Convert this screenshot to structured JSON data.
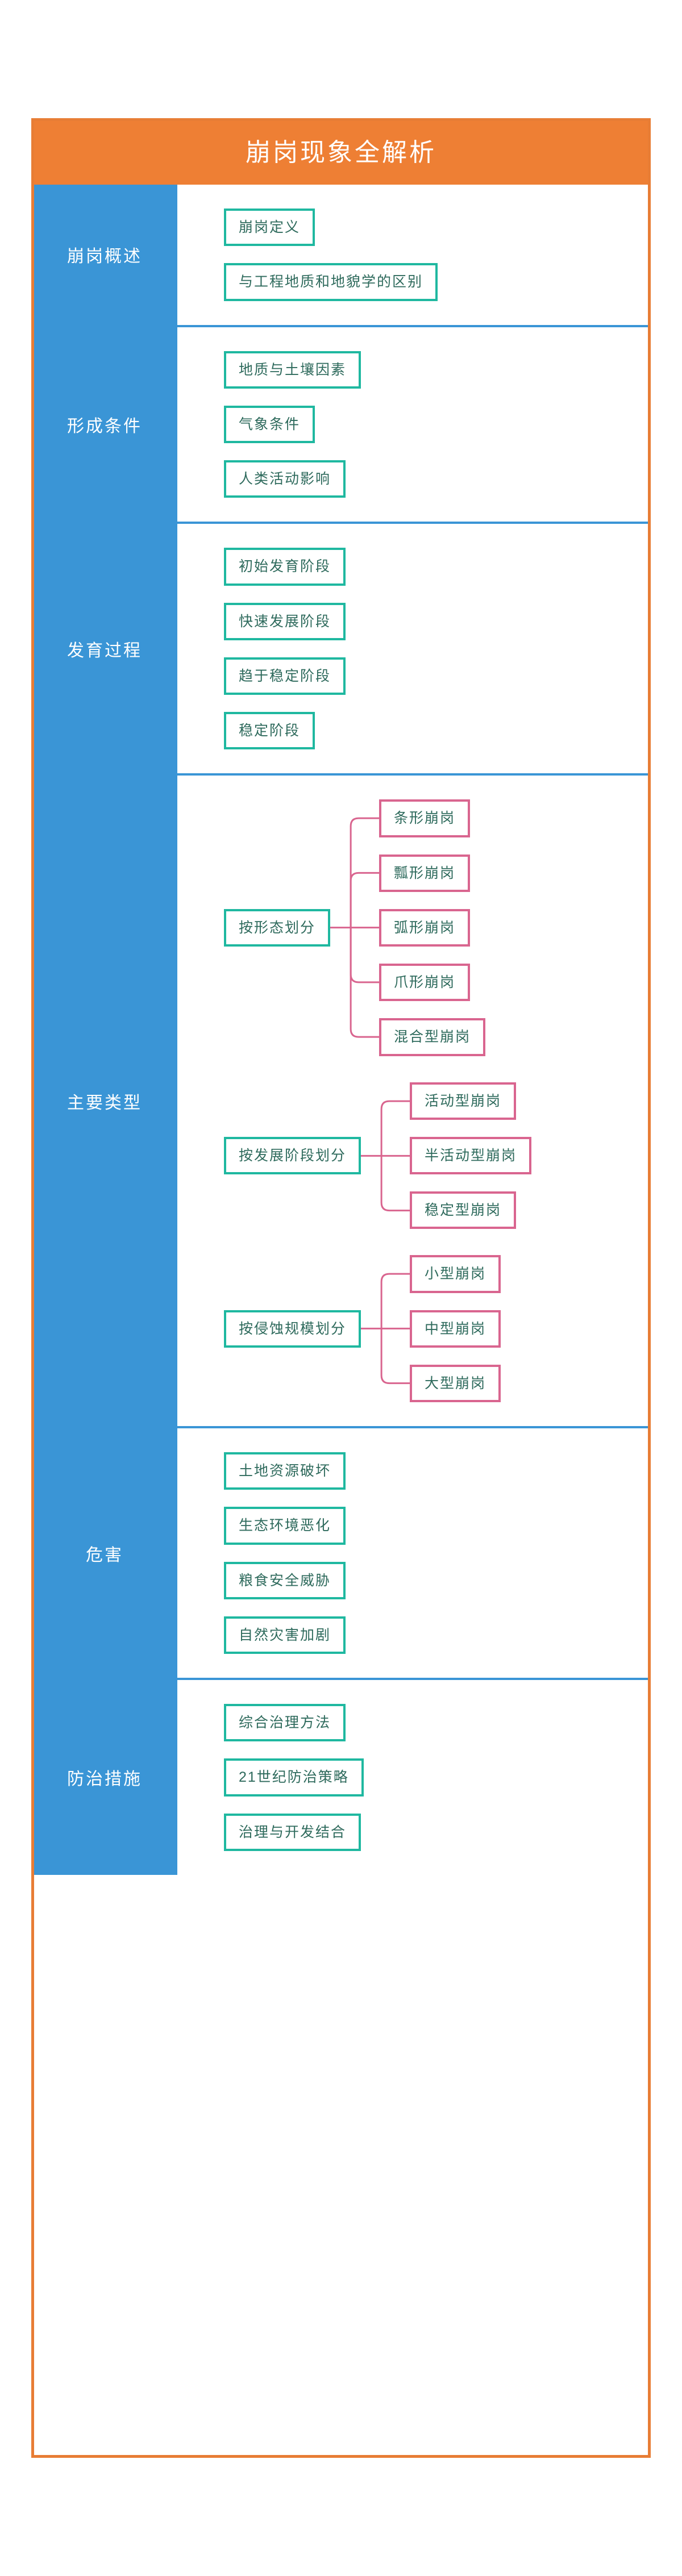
{
  "header": {
    "title": "崩岗现象全解析",
    "background_color": "#EE7F34",
    "text_color": "#FFFFFF"
  },
  "theme": {
    "frame_border_color": "#E87D35",
    "sidebar_color": "#3A95D6",
    "separator_color": "#3A95D6",
    "node_border_color": "#1FB8A0",
    "child_node_border_color": "#D9658F",
    "node_text_color": "#2E6A5C",
    "connector_color": "#D9658F",
    "background_color": "#FFFFFF"
  },
  "sections": [
    {
      "label": "崩岗概述",
      "type": "list",
      "items": [
        "崩岗定义",
        "与工程地质和地貌学的区别"
      ]
    },
    {
      "label": "形成条件",
      "type": "list",
      "items": [
        "地质与土壤因素",
        "气象条件",
        "人类活动影响"
      ]
    },
    {
      "label": "发育过程",
      "type": "list",
      "items": [
        "初始发育阶段",
        "快速发展阶段",
        "趋于稳定阶段",
        "稳定阶段"
      ]
    },
    {
      "label": "主要类型",
      "type": "branches",
      "branches": [
        {
          "parent": "按形态划分",
          "children": [
            "条形崩岗",
            "瓢形崩岗",
            "弧形崩岗",
            "爪形崩岗",
            "混合型崩岗"
          ]
        },
        {
          "parent": "按发展阶段划分",
          "children": [
            "活动型崩岗",
            "半活动型崩岗",
            "稳定型崩岗"
          ]
        },
        {
          "parent": "按侵蚀规模划分",
          "children": [
            "小型崩岗",
            "中型崩岗",
            "大型崩岗"
          ]
        }
      ]
    },
    {
      "label": "危害",
      "type": "list",
      "items": [
        "土地资源破坏",
        "生态环境恶化",
        "粮食安全威胁",
        "自然灾害加剧"
      ]
    },
    {
      "label": "防治措施",
      "type": "list",
      "items": [
        "综合治理方法",
        "21世纪防治策略",
        "治理与开发结合"
      ]
    }
  ]
}
